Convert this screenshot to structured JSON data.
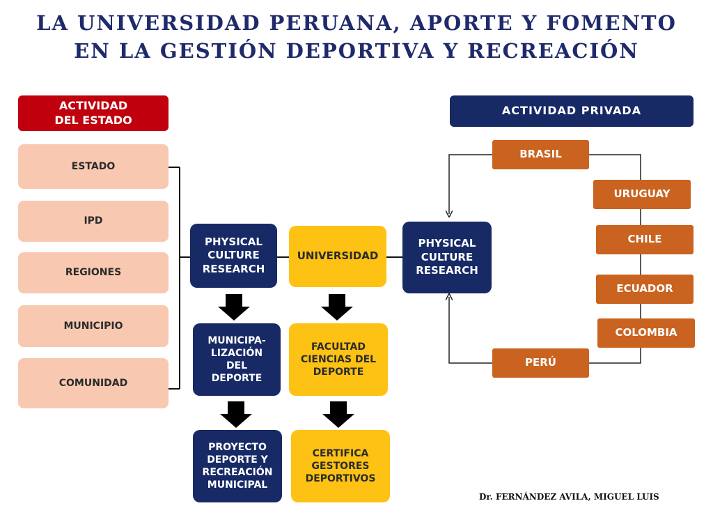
{
  "title": {
    "line1": "LA UNIVERSIDAD PERUANA, APORTE Y FOMENTO",
    "line2": "EN LA GESTIÓN DEPORTIVA Y RECREACIÓN"
  },
  "estado": {
    "header": "ACTIVIDAD\nDEL ESTADO",
    "items": [
      "ESTADO",
      "IPD",
      "REGIONES",
      "MUNICIPIO",
      "COMUNIDAD"
    ]
  },
  "center": {
    "pcr_left": "PHYSICAL\nCULTURE\nRESEARCH",
    "universidad": "UNIVERSIDAD",
    "municipalizacion": "MUNICIPA-\nLIZACIÓN\nDEL\nDEPORTE",
    "proyecto": "PROYECTO\nDEPORTE Y\nRECREACIÓN\nMUNICIPAL",
    "facultad": "FACULTAD\nCIENCIAS DEL\nDEPORTE",
    "certifica": "CERTIFICA\nGESTORES\nDEPORTIVOS"
  },
  "privada": {
    "header": "ACTIVIDAD  PRIVADA",
    "pcr_right": "PHYSICAL\nCULTURE\nRESEARCH",
    "countries": [
      "BRASIL",
      "URUGUAY",
      "CHILE",
      "ECUADOR",
      "COLOMBIA",
      "PERÚ"
    ]
  },
  "author": "Dr. FERNÁNDEZ AVILA, MIGUEL LUIS",
  "colors": {
    "title": "#1f2a6b",
    "state_header": "#c0000d",
    "navy": "#172a66",
    "peach": "#f8c9b0",
    "yellow": "#fdc213",
    "orange": "#c9631f"
  }
}
